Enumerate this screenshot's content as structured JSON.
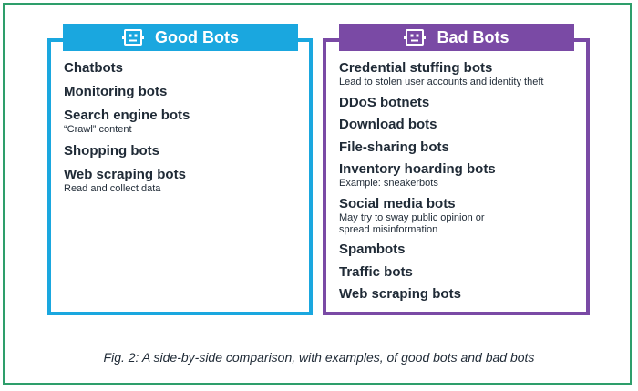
{
  "good": {
    "title": "Good Bots",
    "icon": "robot-icon",
    "color": "#1aa7df",
    "items": [
      {
        "title": "Chatbots",
        "desc": ""
      },
      {
        "title": "Monitoring bots",
        "desc": ""
      },
      {
        "title": "Search engine bots",
        "desc": "“Crawl” content"
      },
      {
        "title": "Shopping bots",
        "desc": ""
      },
      {
        "title": "Web scraping bots",
        "desc": "Read and collect data"
      }
    ]
  },
  "bad": {
    "title": "Bad Bots",
    "icon": "robot-icon",
    "color": "#7a4aa5",
    "items": [
      {
        "title": "Credential stuffing bots",
        "desc": "Lead to stolen user accounts and identity theft"
      },
      {
        "title": "DDoS botnets",
        "desc": ""
      },
      {
        "title": "Download bots",
        "desc": ""
      },
      {
        "title": "File-sharing bots",
        "desc": ""
      },
      {
        "title": "Inventory hoarding bots",
        "desc": "Example: sneakerbots"
      },
      {
        "title": "Social media bots",
        "desc": "May try to sway public opinion or\nspread misinformation"
      },
      {
        "title": "Spambots",
        "desc": ""
      },
      {
        "title": "Traffic bots",
        "desc": ""
      },
      {
        "title": "Web scraping bots",
        "desc": ""
      }
    ]
  },
  "caption": "Fig. 2: A side-by-side comparison, with examples, of good bots and bad bots",
  "frame_color": "#2e9e6b"
}
